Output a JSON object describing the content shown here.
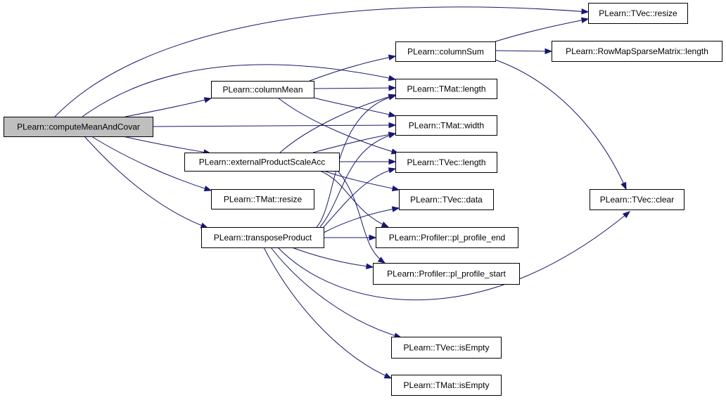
{
  "colors": {
    "edge": "#191970",
    "node_border": "#000000",
    "node_fill": "#ffffff",
    "root_fill": "#bfbfbf"
  },
  "nodes": [
    {
      "id": "computeMeanAndCovar",
      "label": "PLearn::computeMeanAndCovar",
      "root": true
    },
    {
      "id": "columnMean",
      "label": "PLearn::columnMean"
    },
    {
      "id": "externalProductScaleAcc",
      "label": "PLearn::externalProductScaleAcc"
    },
    {
      "id": "tmatResize",
      "label": "PLearn::TMat::resize"
    },
    {
      "id": "transposeProduct",
      "label": "PLearn::transposeProduct"
    },
    {
      "id": "columnSum",
      "label": "PLearn::columnSum"
    },
    {
      "id": "tvecResize",
      "label": "PLearn::TVec::resize"
    },
    {
      "id": "rowMapLength",
      "label": "PLearn::RowMapSparseMatrix::length"
    },
    {
      "id": "tmatLength",
      "label": "PLearn::TMat::length"
    },
    {
      "id": "tmatWidth",
      "label": "PLearn::TMat::width"
    },
    {
      "id": "tvecLength",
      "label": "PLearn::TVec::length"
    },
    {
      "id": "tvecData",
      "label": "PLearn::TVec::data"
    },
    {
      "id": "profileEnd",
      "label": "PLearn::Profiler::pl_profile_end"
    },
    {
      "id": "profileStart",
      "label": "PLearn::Profiler::pl_profile_start"
    },
    {
      "id": "tvecClear",
      "label": "PLearn::TVec::clear"
    },
    {
      "id": "tvecIsEmpty",
      "label": "PLearn::TVec::isEmpty"
    },
    {
      "id": "tmatIsEmpty",
      "label": "PLearn::TMat::isEmpty"
    }
  ],
  "edges": [
    {
      "from": "computeMeanAndCovar",
      "to": "tvecResize"
    },
    {
      "from": "computeMeanAndCovar",
      "to": "tmatLength"
    },
    {
      "from": "computeMeanAndCovar",
      "to": "columnMean"
    },
    {
      "from": "computeMeanAndCovar",
      "to": "tmatWidth"
    },
    {
      "from": "computeMeanAndCovar",
      "to": "externalProductScaleAcc"
    },
    {
      "from": "computeMeanAndCovar",
      "to": "tmatResize"
    },
    {
      "from": "computeMeanAndCovar",
      "to": "transposeProduct"
    },
    {
      "from": "columnMean",
      "to": "columnSum"
    },
    {
      "from": "columnMean",
      "to": "tmatLength"
    },
    {
      "from": "columnMean",
      "to": "tmatWidth"
    },
    {
      "from": "columnMean",
      "to": "tvecLength"
    },
    {
      "from": "columnSum",
      "to": "tvecResize"
    },
    {
      "from": "columnSum",
      "to": "rowMapLength"
    },
    {
      "from": "columnSum",
      "to": "tvecClear"
    },
    {
      "from": "externalProductScaleAcc",
      "to": "tmatLength"
    },
    {
      "from": "externalProductScaleAcc",
      "to": "tmatWidth"
    },
    {
      "from": "externalProductScaleAcc",
      "to": "tvecLength"
    },
    {
      "from": "externalProductScaleAcc",
      "to": "tvecData"
    },
    {
      "from": "externalProductScaleAcc",
      "to": "profileEnd"
    },
    {
      "from": "externalProductScaleAcc",
      "to": "profileStart"
    },
    {
      "from": "transposeProduct",
      "to": "tmatLength"
    },
    {
      "from": "transposeProduct",
      "to": "tmatWidth"
    },
    {
      "from": "transposeProduct",
      "to": "tvecLength"
    },
    {
      "from": "transposeProduct",
      "to": "tvecData"
    },
    {
      "from": "transposeProduct",
      "to": "profileEnd"
    },
    {
      "from": "transposeProduct",
      "to": "profileStart"
    },
    {
      "from": "transposeProduct",
      "to": "tvecClear"
    },
    {
      "from": "transposeProduct",
      "to": "tvecIsEmpty"
    },
    {
      "from": "transposeProduct",
      "to": "tmatIsEmpty"
    }
  ]
}
